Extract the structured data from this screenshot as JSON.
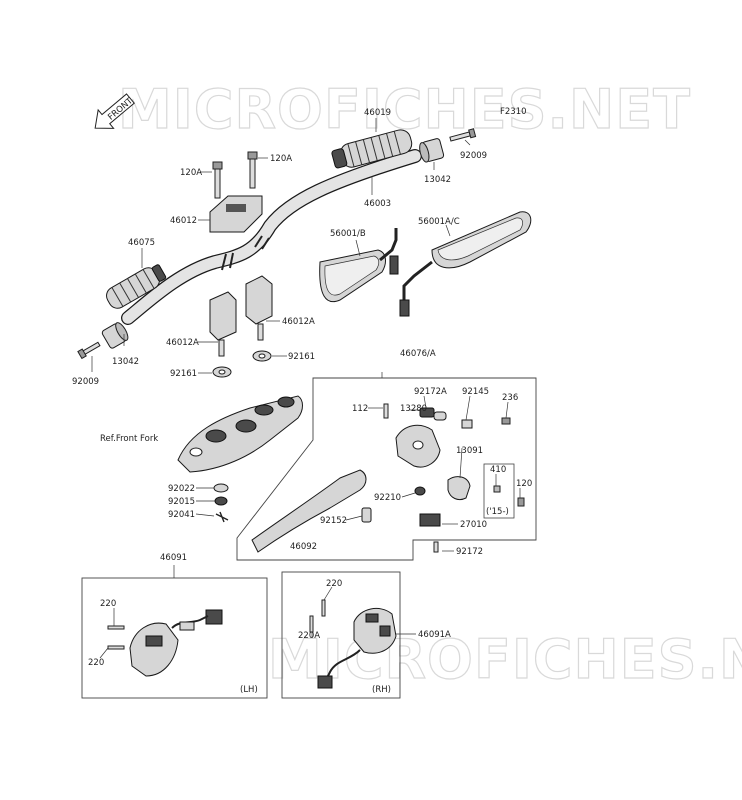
{
  "watermarks": [
    "MICROFICHES.NET",
    "MICROFICHES.NET"
  ],
  "front_label": "FRONT",
  "diagram_code": "F2310",
  "ref_label": "Ref.Front Fork",
  "group_labels": {
    "lh": "(LH)",
    "rh": "(RH)",
    "year": "('15-)"
  },
  "parts": {
    "p46019": "46019",
    "p92009_top": "92009",
    "p13042_top": "13042",
    "p120A_left": "120A",
    "p120A_right": "120A",
    "p46003": "46003",
    "p46012": "46012",
    "p46075": "46075",
    "p56001B": "56001/B",
    "p56001AC": "56001A/C",
    "p46012A_right": "46012A",
    "p46012A_left": "46012A",
    "p13042_left": "13042",
    "p92009_left": "92009",
    "p92161_right": "92161",
    "p92161_left": "92161",
    "p46076A": "46076/A",
    "p92172A": "92172A",
    "p92145": "92145",
    "p236": "236",
    "p112": "112",
    "p13280": "13280",
    "p13091": "13091",
    "p410": "410",
    "p120": "120",
    "p92210": "92210",
    "p92022": "92022",
    "p92015": "92015",
    "p92041": "92041",
    "p92152": "92152",
    "p27010": "27010",
    "p46092": "46092",
    "p92172": "92172",
    "p46091": "46091",
    "p220_lh_top": "220",
    "p220_lh_bottom": "220",
    "p220_rh": "220",
    "p220A": "220A",
    "p46091A": "46091A"
  }
}
